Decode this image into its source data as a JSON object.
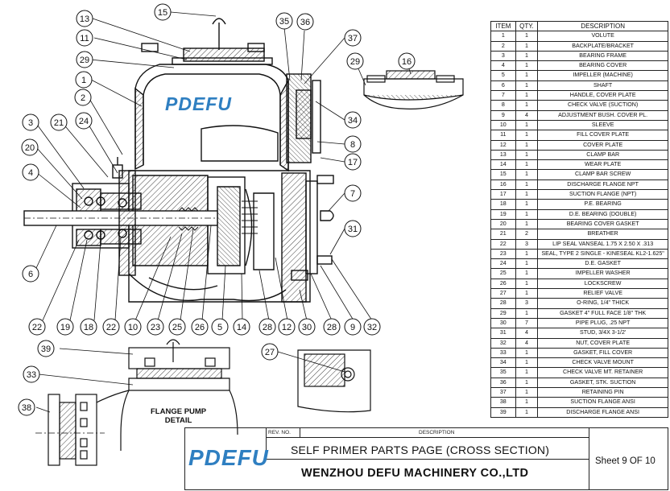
{
  "logo_text": "PDEFU",
  "callouts": [
    "15",
    "13",
    "11",
    "29",
    "1",
    "2",
    "24",
    "21",
    "3",
    "20",
    "4",
    "6",
    "22",
    "19",
    "18",
    "22",
    "10",
    "23",
    "25",
    "26",
    "5",
    "14",
    "28",
    "12",
    "30",
    "28",
    "9",
    "32",
    "35",
    "36",
    "37",
    "34",
    "8",
    "17",
    "7",
    "31",
    "16",
    "29",
    "27",
    "39",
    "33",
    "38"
  ],
  "parts_table": {
    "headers": [
      "ITEM",
      "QTY.",
      "DESCRIPTION"
    ],
    "rows": [
      [
        "1",
        "1",
        "VOLUTE"
      ],
      [
        "2",
        "1",
        "BACKPLATE/BRACKET"
      ],
      [
        "3",
        "1",
        "BEARING FRAME"
      ],
      [
        "4",
        "1",
        "BEARING COVER"
      ],
      [
        "5",
        "1",
        "IMPELLER (MACHINE)"
      ],
      [
        "6",
        "1",
        "SHAFT"
      ],
      [
        "7",
        "1",
        "HANDLE, COVER PLATE"
      ],
      [
        "8",
        "1",
        "CHECK VALVE (SUCTION)"
      ],
      [
        "9",
        "4",
        "ADJUSTMENT BUSH. COVER PL."
      ],
      [
        "10",
        "1",
        "SLEEVE"
      ],
      [
        "11",
        "1",
        "FILL COVER PLATE"
      ],
      [
        "12",
        "1",
        "COVER PLATE"
      ],
      [
        "13",
        "1",
        "CLAMP BAR"
      ],
      [
        "14",
        "1",
        "WEAR PLATE"
      ],
      [
        "15",
        "1",
        "CLAMP BAR SCREW"
      ],
      [
        "16",
        "1",
        "DISCHARGE FLANGE NPT"
      ],
      [
        "17",
        "1",
        "SUCTION FLANGE (NPT)"
      ],
      [
        "18",
        "1",
        "P.E. BEARING"
      ],
      [
        "19",
        "1",
        "D.E. BEARING (DOUBLE)"
      ],
      [
        "20",
        "1",
        "BEARING COVER GASKET"
      ],
      [
        "21",
        "2",
        "BREATHER"
      ],
      [
        "22",
        "3",
        "LIP SEAL VANSEAL 1.75 X 2.50 X .313"
      ],
      [
        "23",
        "1",
        "SEAL, TYPE 2 SINGLE - KINESEAL KL2-1.625\""
      ],
      [
        "24",
        "1",
        "D.E. GASKET"
      ],
      [
        "25",
        "1",
        "IMPELLER WASHER"
      ],
      [
        "26",
        "1",
        "LOCKSCREW"
      ],
      [
        "27",
        "1",
        "RELIEF VALVE"
      ],
      [
        "28",
        "3",
        "O-RING, 1/4\" THICK"
      ],
      [
        "29",
        "1",
        "GASKET 4\" FULL FACE 1/8\" THK"
      ],
      [
        "30",
        "7",
        "PIPE PLUG, .25 NPT"
      ],
      [
        "31",
        "4",
        "STUD, 3/4X 3-1/2'"
      ],
      [
        "32",
        "4",
        "NUT, COVER PLATE"
      ],
      [
        "33",
        "1",
        "GASKET, FILL COVER"
      ],
      [
        "34",
        "1",
        "CHECK VALVE MOUNT"
      ],
      [
        "35",
        "1",
        "CHECK VALVE MT. RETAINER"
      ],
      [
        "36",
        "1",
        "GASKET, STK. SUCTION"
      ],
      [
        "37",
        "1",
        "RETAINING PIN"
      ],
      [
        "38",
        "1",
        "SUCTION FLANGE ANSI"
      ],
      [
        "39",
        "1",
        "DISCHARGE FLANGE ANSI"
      ]
    ]
  },
  "detail_label": "FLANGE PUMP\nDETAIL",
  "title_block": {
    "rev_label": "REV. NO.",
    "desc_label": "DESCRIPTION",
    "title": "SELF PRIMER PARTS PAGE (CROSS SECTION)",
    "company": "WENZHOU DEFU MACHINERY CO.,LTD",
    "sheet": "Sheet 9 OF 10"
  },
  "colors": {
    "logo": "#2f7fc1",
    "line": "#111111"
  }
}
